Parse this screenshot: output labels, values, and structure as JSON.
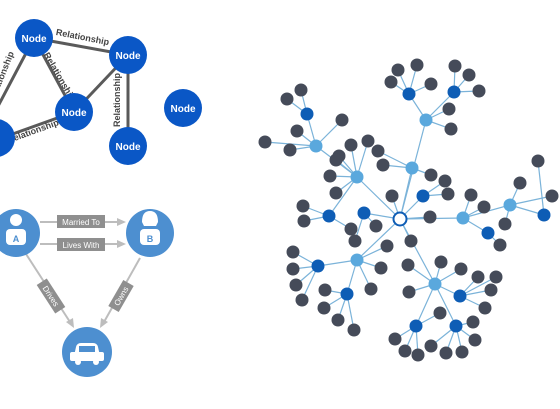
{
  "graph_model": {
    "node_label": "Node",
    "edge_label": "Relationship"
  },
  "relationship_example": {
    "person_a_label": "A",
    "person_b_label": "B",
    "edges": {
      "married_to": "Married To",
      "lives_with": "Lives With",
      "drives": "Drives",
      "owns": "Owns"
    },
    "icons": {
      "person": "person-icon",
      "vehicle": "car-icon"
    }
  },
  "network": {
    "colors": {
      "center": "#ffffff",
      "blue": "#0e5db5",
      "light_blue": "#5aa8dd",
      "dark": "#454b59",
      "edge": "#7bb3d9"
    }
  },
  "colors": {
    "node_blue": "#0a57c6",
    "edge_gray": "#5a5a5a",
    "person_blue": "#4d8fd0",
    "badge_gray": "#8f8f8f"
  }
}
